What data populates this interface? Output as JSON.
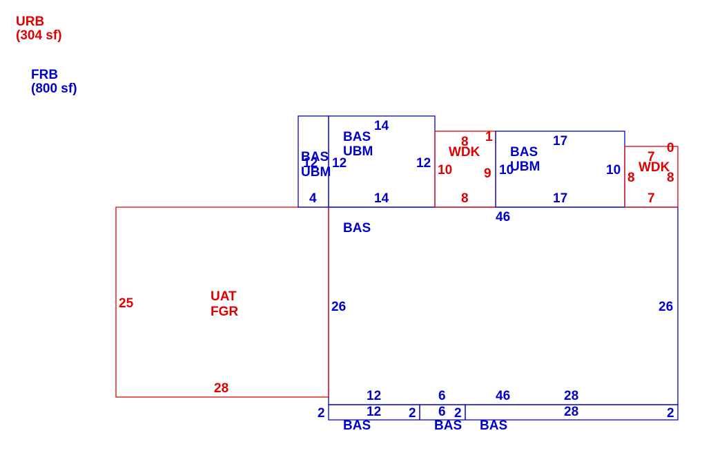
{
  "colors": {
    "red": "#e00000",
    "blue": "#0000cc"
  },
  "legend": {
    "urb": {
      "code": "URB",
      "area": "(304 sf)"
    },
    "frb": {
      "code": "FRB",
      "area": "(800 sf)"
    }
  },
  "areas": {
    "uat_fgr": {
      "line1": "UAT",
      "line2": "FGR"
    },
    "bas_main": "BAS",
    "bas_ubm_1": {
      "line1": "BAS",
      "line2": "UBM"
    },
    "bas_ubm_2": {
      "line1": "BAS",
      "line2": "UBM"
    },
    "bas_ubm_3": {
      "line1": "BAS",
      "line2": "UBM"
    },
    "wdk_1": "WDK",
    "wdk_2": "WDK",
    "bas_strip_1": "BAS",
    "bas_strip_2": "BAS",
    "bas_strip_3": "BAS"
  },
  "dims": {
    "uat_left": "25",
    "uat_bottom": "28",
    "bas_main_top": "46",
    "bas_main_left": "26",
    "bas_main_right": "26",
    "ubm1_left": "12",
    "ubm1_bottom": "4",
    "ubm2_top": "14",
    "ubm2_left": "12",
    "ubm2_right": "12",
    "ubm2_bottom": "14",
    "wdk1_top": "8",
    "wdk1_top_right": "1",
    "wdk1_left": "10",
    "wdk1_right": "9",
    "wdk1_bottom": "8",
    "ubm3_top": "17",
    "ubm3_left": "10",
    "ubm3_right": "10",
    "ubm3_bottom": "17",
    "wdk2_top": "7",
    "wdk2_top_right": "0",
    "wdk2_left": "8",
    "wdk2_right": "8",
    "wdk2_bottom": "7",
    "strip_top_12": "12",
    "strip_top_6": "6",
    "strip_top_46": "46",
    "strip_top_28": "28",
    "strip_left": "2",
    "strip1_bottom": "12",
    "strip1_right": "2",
    "strip2_bottom": "6",
    "strip2_right": "2",
    "strip3_bottom": "28",
    "strip3_right": "2"
  }
}
